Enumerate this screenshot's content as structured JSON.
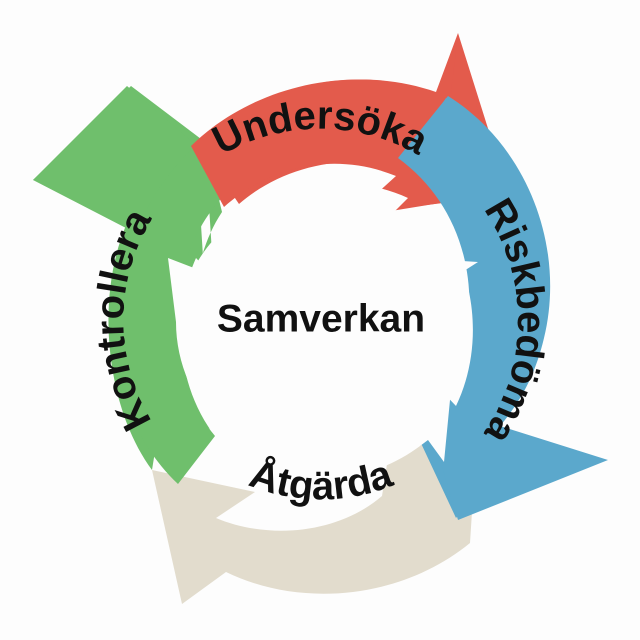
{
  "diagram": {
    "type": "cycle-diagram",
    "title": "Samverkan",
    "background_color": "#fdfdfd",
    "center": {
      "label": "Samverkan",
      "text_color": "#111111"
    },
    "steps": [
      {
        "id": "undersoka",
        "label": "Undersöka",
        "color": "#e35b4c",
        "position": "top",
        "order": 1,
        "text_color": "#111111"
      },
      {
        "id": "riskbedoma",
        "label": "Riskbedöma",
        "color": "#5ba8cc",
        "position": "right",
        "order": 2,
        "text_color": "#111111"
      },
      {
        "id": "atgarda",
        "label": "Åtgärda",
        "color": "#e2dccd",
        "position": "bottom",
        "order": 3,
        "text_color": "#111111"
      },
      {
        "id": "kontrollera",
        "label": "Kontrollera",
        "color": "#6fbf6c",
        "position": "left",
        "order": 4,
        "text_color": "#111111"
      }
    ],
    "direction": "clockwise"
  }
}
